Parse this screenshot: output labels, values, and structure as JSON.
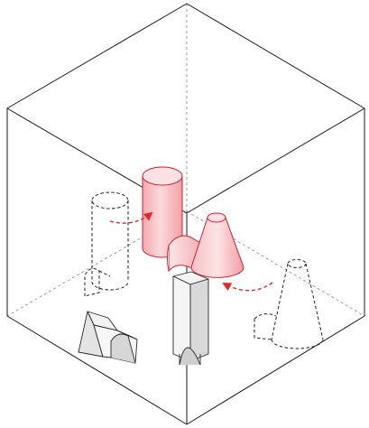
{
  "view": {
    "projection": "isometric",
    "background": "#ffffff"
  },
  "colors": {
    "line": "#1a1a1a",
    "hidden_line": "#8a8a8a",
    "ghost_outline": "#222222",
    "highlight_fill": "#f7c4c8",
    "highlight_top": "#fbe1e3",
    "highlight_stroke": "#d0202e",
    "arrow": "#e02a2a",
    "solid_light": "#f4f4f4",
    "solid_mid": "#e2e2e2",
    "solid_dark": "#c9c9c9"
  },
  "objects": [
    {
      "name": "room-box",
      "kind": "wireframe-cube"
    },
    {
      "name": "cylinder-ghost",
      "kind": "dashed-outline",
      "shape": "cylinder"
    },
    {
      "name": "cylinder-highlighted",
      "kind": "highlighted-solid",
      "shape": "cylinder"
    },
    {
      "name": "cone-ghost",
      "kind": "dashed-outline",
      "shape": "truncated-cone"
    },
    {
      "name": "cone-highlighted",
      "kind": "highlighted-solid",
      "shape": "truncated-cone"
    },
    {
      "name": "half-cylinder-highlighted",
      "kind": "highlighted-solid",
      "shape": "half-cylinder"
    },
    {
      "name": "arch-ghost",
      "kind": "dashed-outline",
      "shape": "arch"
    },
    {
      "name": "saddle-block",
      "kind": "solid",
      "shape": "wedge-with-arch"
    },
    {
      "name": "tall-block",
      "kind": "solid",
      "shape": "rectangular-prism"
    },
    {
      "name": "arch-block",
      "kind": "solid",
      "shape": "arch"
    }
  ],
  "arrows": [
    {
      "name": "move-arrow-cylinder",
      "from": "cylinder-ghost",
      "to": "cylinder-highlighted",
      "style": "dashed"
    },
    {
      "name": "move-arrow-cone",
      "from": "cone-ghost",
      "to": "cone-highlighted",
      "style": "dashed"
    }
  ]
}
